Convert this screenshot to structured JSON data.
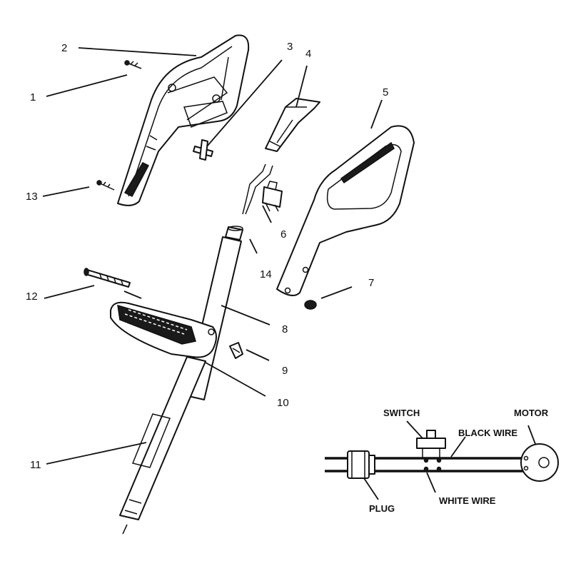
{
  "callouts": {
    "c1": "1",
    "c2": "2",
    "c3": "3",
    "c4": "4",
    "c5": "5",
    "c6": "6",
    "c7": "7",
    "c8": "8",
    "c9": "9",
    "c10": "10",
    "c11": "11",
    "c12": "12",
    "c13": "13",
    "c14": "14"
  },
  "wiring": {
    "switch": "SWITCH",
    "motor": "MOTOR",
    "black_wire": "BLACK WIRE",
    "white_wire": "WHITE WIRE",
    "plug": "PLUG"
  }
}
